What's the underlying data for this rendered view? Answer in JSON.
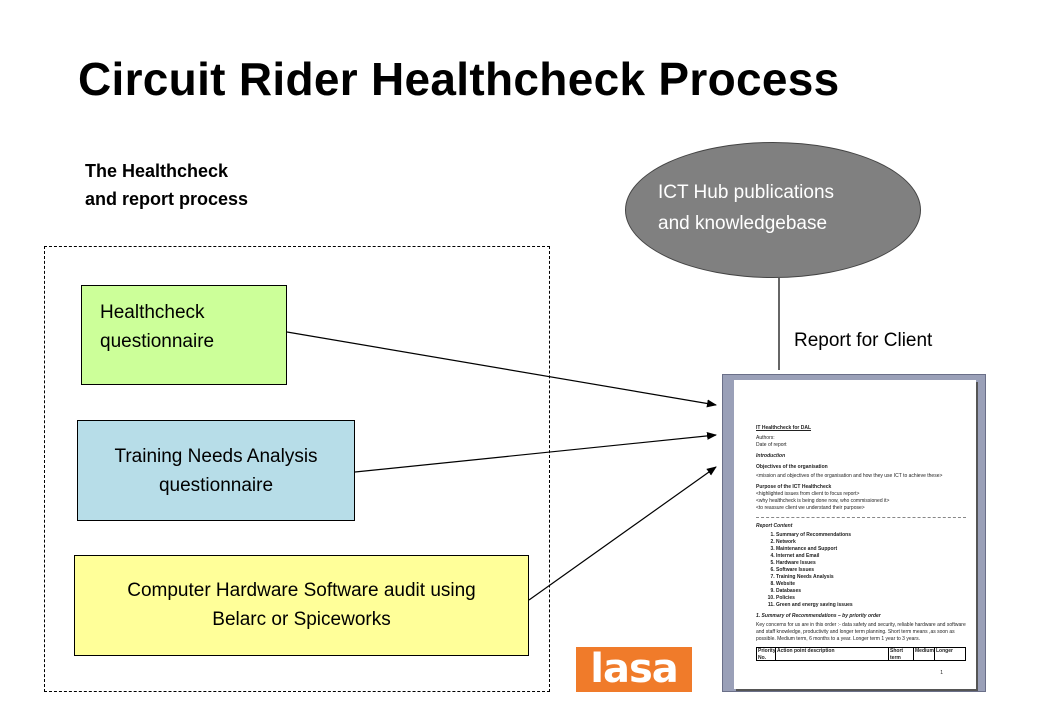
{
  "title": "Circuit Rider Healthcheck Process",
  "subtitle": {
    "line1": "The Healthcheck",
    "line2": "and report process"
  },
  "boxes": [
    {
      "line1": "Healthcheck",
      "line2": "questionnaire",
      "color": "#ccff99"
    },
    {
      "line1": "Training Needs Analysis",
      "line2": "questionnaire",
      "color": "#b7dde8"
    },
    {
      "line1": "Computer Hardware Software audit using",
      "line2": "Belarc or Spiceworks",
      "color": "#ffff99"
    }
  ],
  "hub": {
    "line1": "ICT Hub publications",
    "line2": "and knowledgebase",
    "color": "#808080"
  },
  "report_label": "Report for Client",
  "document": {
    "title": "IT Healthcheck for DAL",
    "meta1": "Authors:",
    "meta2": "Date of report",
    "intro": "Introduction",
    "objectives": "Objectives of the organisation",
    "objectives_text": "<mission and objectives of the organisation and how they use ICT to achieve these>",
    "purpose": "Purpose of the ICT Healthcheck",
    "purpose_1": "<highlighted issues from client to focus report>",
    "purpose_2": "<why healthcheck is being done now, who commissioned it>",
    "purpose_3": "<to reassure client we understand their purpose>",
    "content": "Report Content",
    "items": [
      "Summary of Recommendations",
      "Network",
      "Maintenance and Support",
      "Internet and Email",
      "Hardware Issues",
      "Software Issues",
      "Training Needs Analysis",
      "Website",
      "Databases",
      "Policies",
      "Green and energy saving issues"
    ],
    "summary_heading": "1. Summary of Recommendations – by priority order",
    "summary_text": "Key concerns for us are in this order :- data safety and security, reliable hardware and software and staff knowledge, productivity and longer term planning. Short term means ,as soon as possible. Medium term, 6 months to a year. Longer term 1 year to 3 years.",
    "table_headers": [
      "Priority No.",
      "Action point description",
      "Short term",
      "Medium",
      "Longer"
    ],
    "page_number": "1"
  },
  "logo": "lasa",
  "colors": {
    "logo": "#f07b2a",
    "hub": "#808080"
  }
}
